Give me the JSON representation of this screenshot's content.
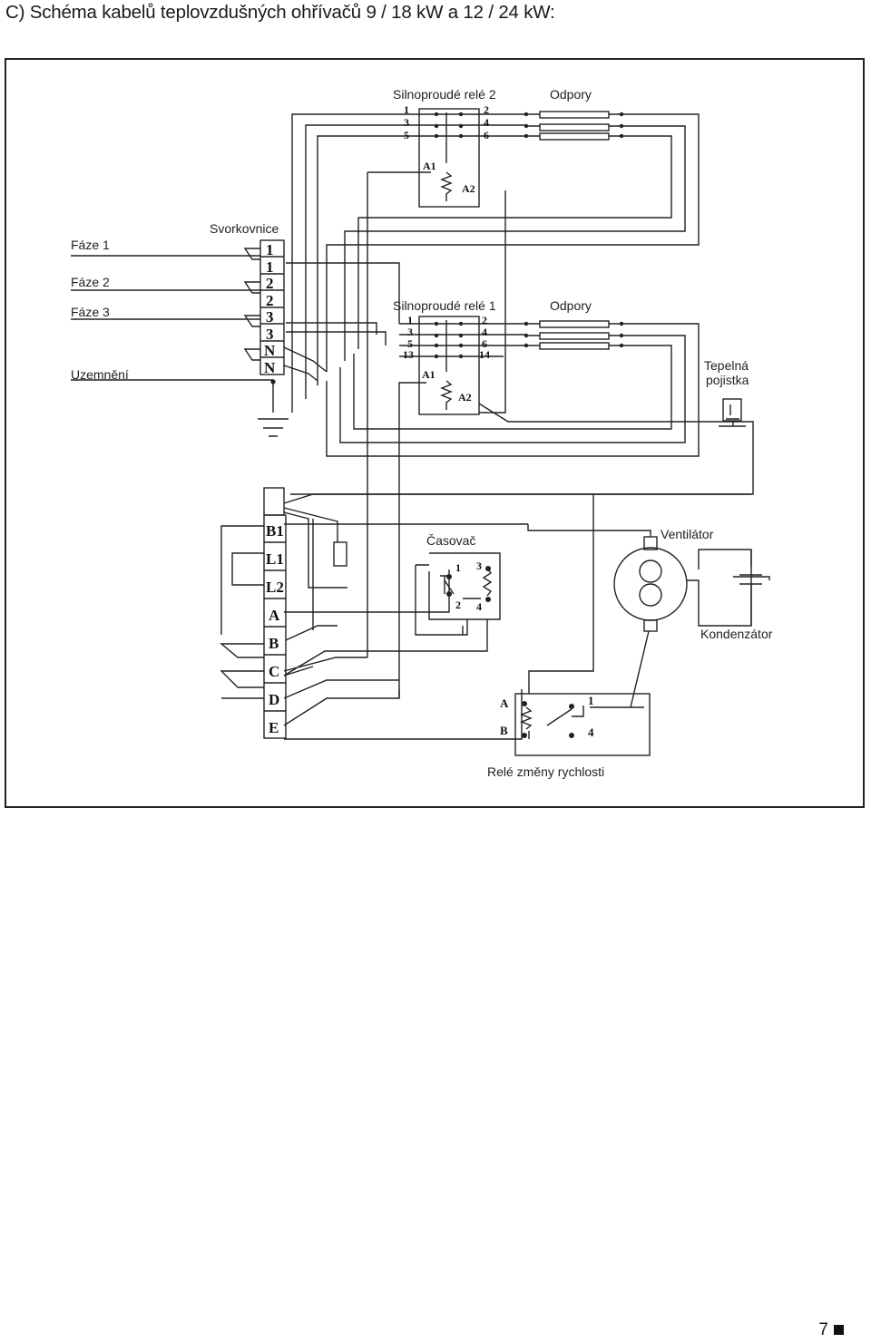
{
  "heading": "C) Schéma kabelů teplovzdušných ohřívačů 9 / 18 kW a 12 / 24 kW:",
  "labels": {
    "relay2": "Silnoproudé relé 2",
    "resistors_top": "Odpory",
    "terminal_block": "Svorkovnice",
    "phase1": "Fáze 1",
    "phase2": "Fáze 2",
    "phase3": "Fáze 3",
    "ground": "Uzemnění",
    "relay1": "Silnoproudé relé 1",
    "resistors_mid": "Odpory",
    "thermal_fuse_1": "Tepelná",
    "thermal_fuse_2": "pojistka",
    "timer": "Časovač",
    "fan": "Ventilátor",
    "capacitor": "Kondenzátor",
    "speed_relay": "Relé změny rychlosti"
  },
  "terminals": [
    "1",
    "1",
    "2",
    "2",
    "3",
    "3",
    "N",
    "N"
  ],
  "relay2_left_pins": [
    "1",
    "3",
    "5"
  ],
  "relay2_right_pins": [
    "2",
    "4",
    "6"
  ],
  "relay1_left_pins": [
    "1",
    "3",
    "5",
    "13"
  ],
  "relay1_right_pins": [
    "2",
    "4",
    "6",
    "14"
  ],
  "coil_pins": {
    "a1": "A1",
    "a2": "A2"
  },
  "control_terminals": [
    "B1",
    "L1",
    "L2",
    "A",
    "B",
    "C",
    "D",
    "E"
  ],
  "timer_pins": [
    "1",
    "3",
    "2",
    "4"
  ],
  "speed_relay_pins": {
    "a": "A",
    "b": "B",
    "p1": "1",
    "p4": "4"
  },
  "page_number": "7"
}
